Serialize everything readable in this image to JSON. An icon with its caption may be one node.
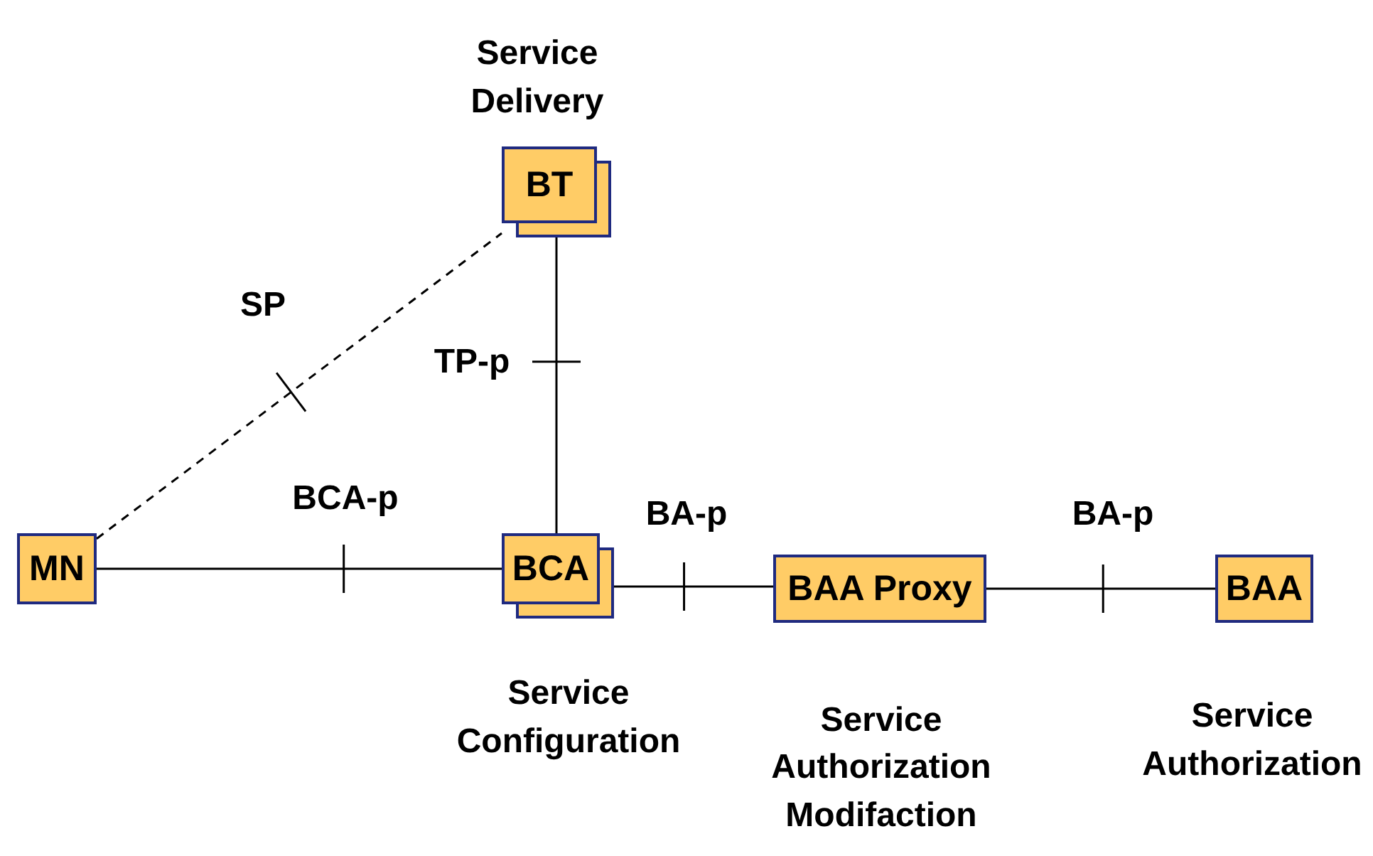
{
  "diagram": {
    "nodes": [
      {
        "text": [
          "BT"
        ],
        "beside": [
          "Service Delivery"
        ]
      },
      {
        "text": [
          "MN"
        ]
      },
      {
        "text": [
          "BCA"
        ],
        "beside": [
          "Service Configuration"
        ]
      },
      {
        "text": [
          "BAA Proxy"
        ],
        "beside": [
          "Service Authorization Modifaction"
        ]
      },
      {
        "text": [
          "BAA"
        ],
        "beside": [
          "Service Authorization"
        ]
      }
    ],
    "edges": [
      {
        "from": 1,
        "to": 0,
        "arrow": "none",
        "label": "SP",
        "style": "dashed"
      },
      {
        "from": 0,
        "to": 2,
        "arrow": "none",
        "label": "TP-p"
      },
      {
        "from": 1,
        "to": 2,
        "arrow": "none",
        "label": "BCA-p"
      },
      {
        "from": 2,
        "to": 3,
        "arrow": "none",
        "label": "BA-p"
      },
      {
        "from": 3,
        "to": 4,
        "arrow": "none",
        "label": "BA-p"
      }
    ]
  }
}
